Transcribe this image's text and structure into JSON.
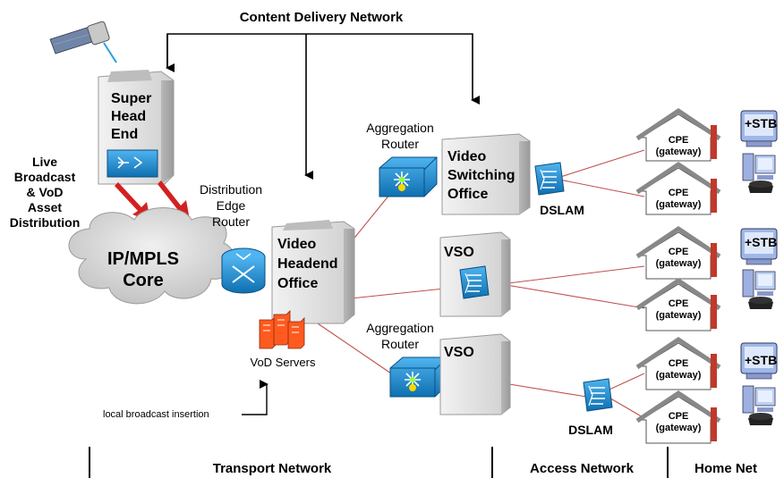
{
  "title": "Content Delivery Network",
  "colors": {
    "link": "#c0504d",
    "arrow_red": "#d42020",
    "cloud": "#d8d8d8",
    "device_blue": "#1d8fd6",
    "server_orange": "#ff5a1f",
    "building": "#d9d9d9"
  },
  "super_head_end": {
    "line1": "Super",
    "line2": "Head",
    "line3": "End"
  },
  "live_broadcast": {
    "line1": "Live",
    "line2": "Broadcast",
    "line3": "& VoD",
    "line4": "Asset",
    "line5": "Distribution"
  },
  "core": {
    "line1": "IP/MPLS",
    "line2": "Core"
  },
  "distribution_router": {
    "line1": "Distribution",
    "line2": "Edge",
    "line3": "Router"
  },
  "vho": {
    "line1": "Video",
    "line2": "Headend",
    "line3": "Office"
  },
  "vod_servers": "VoD Servers",
  "local_insertion": "local broadcast insertion",
  "agg_router_top": {
    "line1": "Aggregation",
    "line2": "Router"
  },
  "agg_router_bottom": {
    "line1": "Aggregation",
    "line2": "Router"
  },
  "vso_top": {
    "line1": "Video",
    "line2": "Switching",
    "line3": "Office"
  },
  "vso_mid": "VSO",
  "vso_bottom": "VSO",
  "dslam_top": "DSLAM",
  "dslam_bottom": "DSLAM",
  "cpe": {
    "line1": "CPE",
    "line2": "(gateway)"
  },
  "stb": "+STB",
  "sections": {
    "transport": "Transport Network",
    "access": "Access Network",
    "home": "Home Net"
  }
}
